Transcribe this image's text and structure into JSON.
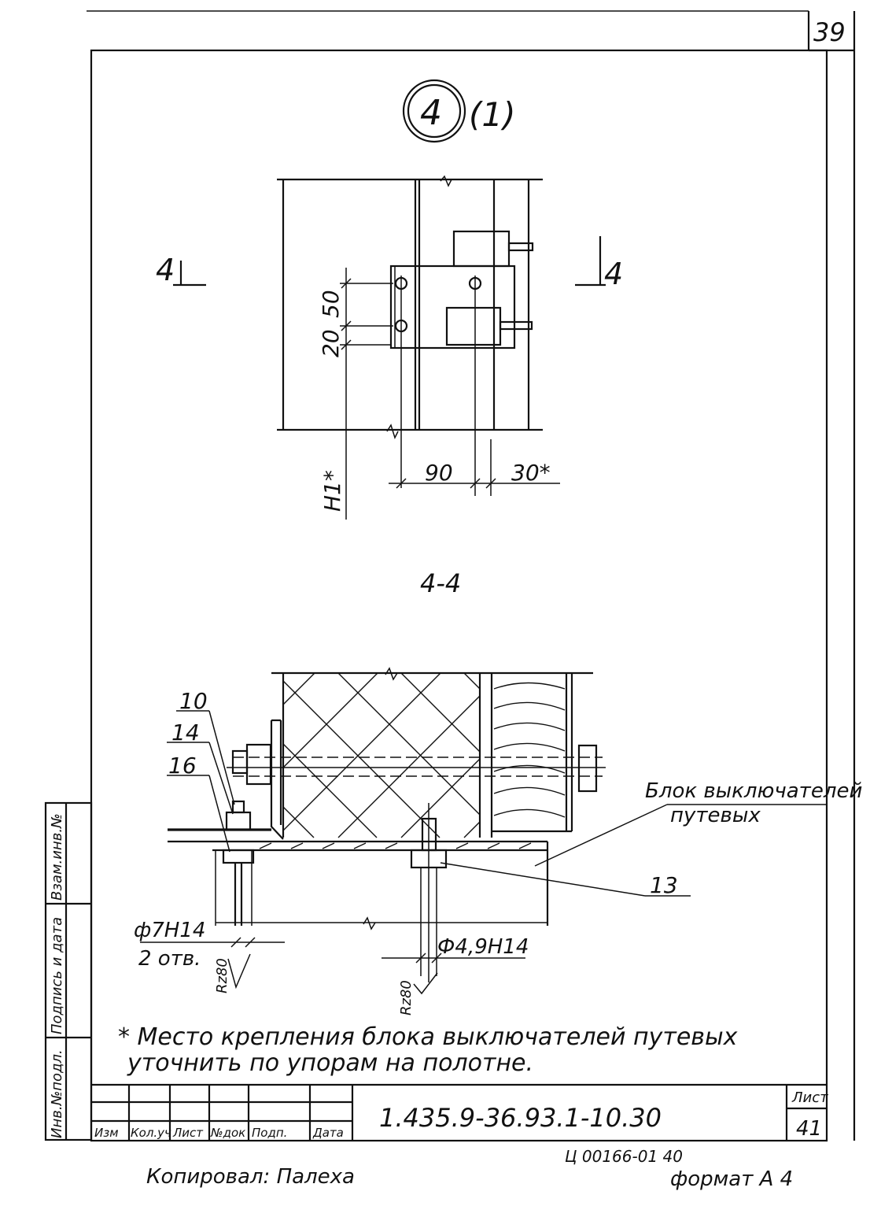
{
  "sheet": {
    "corner_number": "39",
    "detail_number": "4",
    "detail_ref": "(1)",
    "format_label": "формат А 4",
    "copied_by": "Копировал: Палеха",
    "order_stamp": "Ц 00166-01  40"
  },
  "plan_view": {
    "section_mark_left": "4",
    "section_mark_right": "4",
    "dims": {
      "d20": "20",
      "d50": "50",
      "d90": "90",
      "d30": "30*",
      "h1": "H1*"
    }
  },
  "section_view": {
    "title": "4-4",
    "callouts": [
      "10",
      "14",
      "16",
      "13"
    ],
    "block_label_line1": "Блок выключателей",
    "block_label_line2": "путевых",
    "hole_a_line1": "ф7Н14",
    "hole_a_line2": "2 отв.",
    "hole_b": "Ф4,9Н14",
    "rough_a": "Rz80",
    "rough_b": "Rz80"
  },
  "note": {
    "line1": "* Место крепления  блока выключателей путевых",
    "line2": "уточнить по упорам на полотне."
  },
  "side_stamp": [
    "Инв.№подл.",
    "Подпись и дата",
    "Взам.инв.№"
  ],
  "title_block": {
    "doc_code": "1.435.9-36.93.1-10.30",
    "sheet_label": "Лист",
    "sheet_number": "41",
    "columns": [
      "Изм",
      "Кол.уч",
      "Лист",
      "№док",
      "Подп.",
      "Дата"
    ]
  }
}
